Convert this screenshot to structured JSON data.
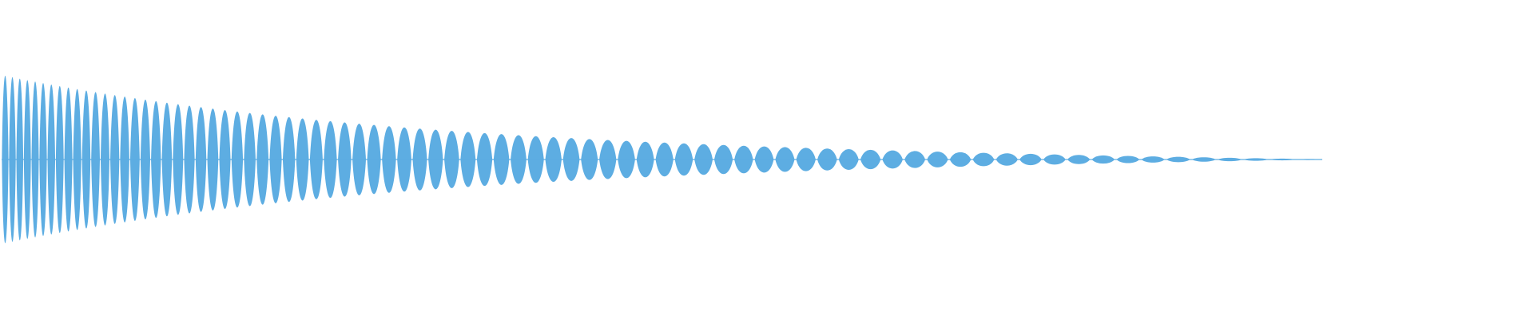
{
  "waveform": {
    "color": "#5dade2",
    "background": "#ffffff",
    "pulse_count": 80,
    "decay_shape": "exponential",
    "peak_amplitude": 1.0,
    "end_amplitude": 0.0
  }
}
